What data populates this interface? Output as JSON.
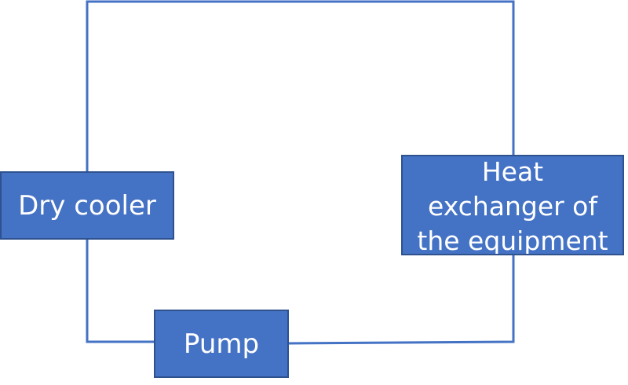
{
  "diagram": {
    "blocks": {
      "dry_cooler": {
        "label": "Dry cooler"
      },
      "pump": {
        "label": "Pump"
      },
      "heat_exchanger": {
        "lines": [
          "Heat",
          "exchanger of",
          "the equipment"
        ]
      }
    },
    "colors": {
      "block_fill": "#4472C4",
      "block_border": "#2F528F",
      "pipe": "#4472C4",
      "text": "#FFFFFF"
    }
  }
}
